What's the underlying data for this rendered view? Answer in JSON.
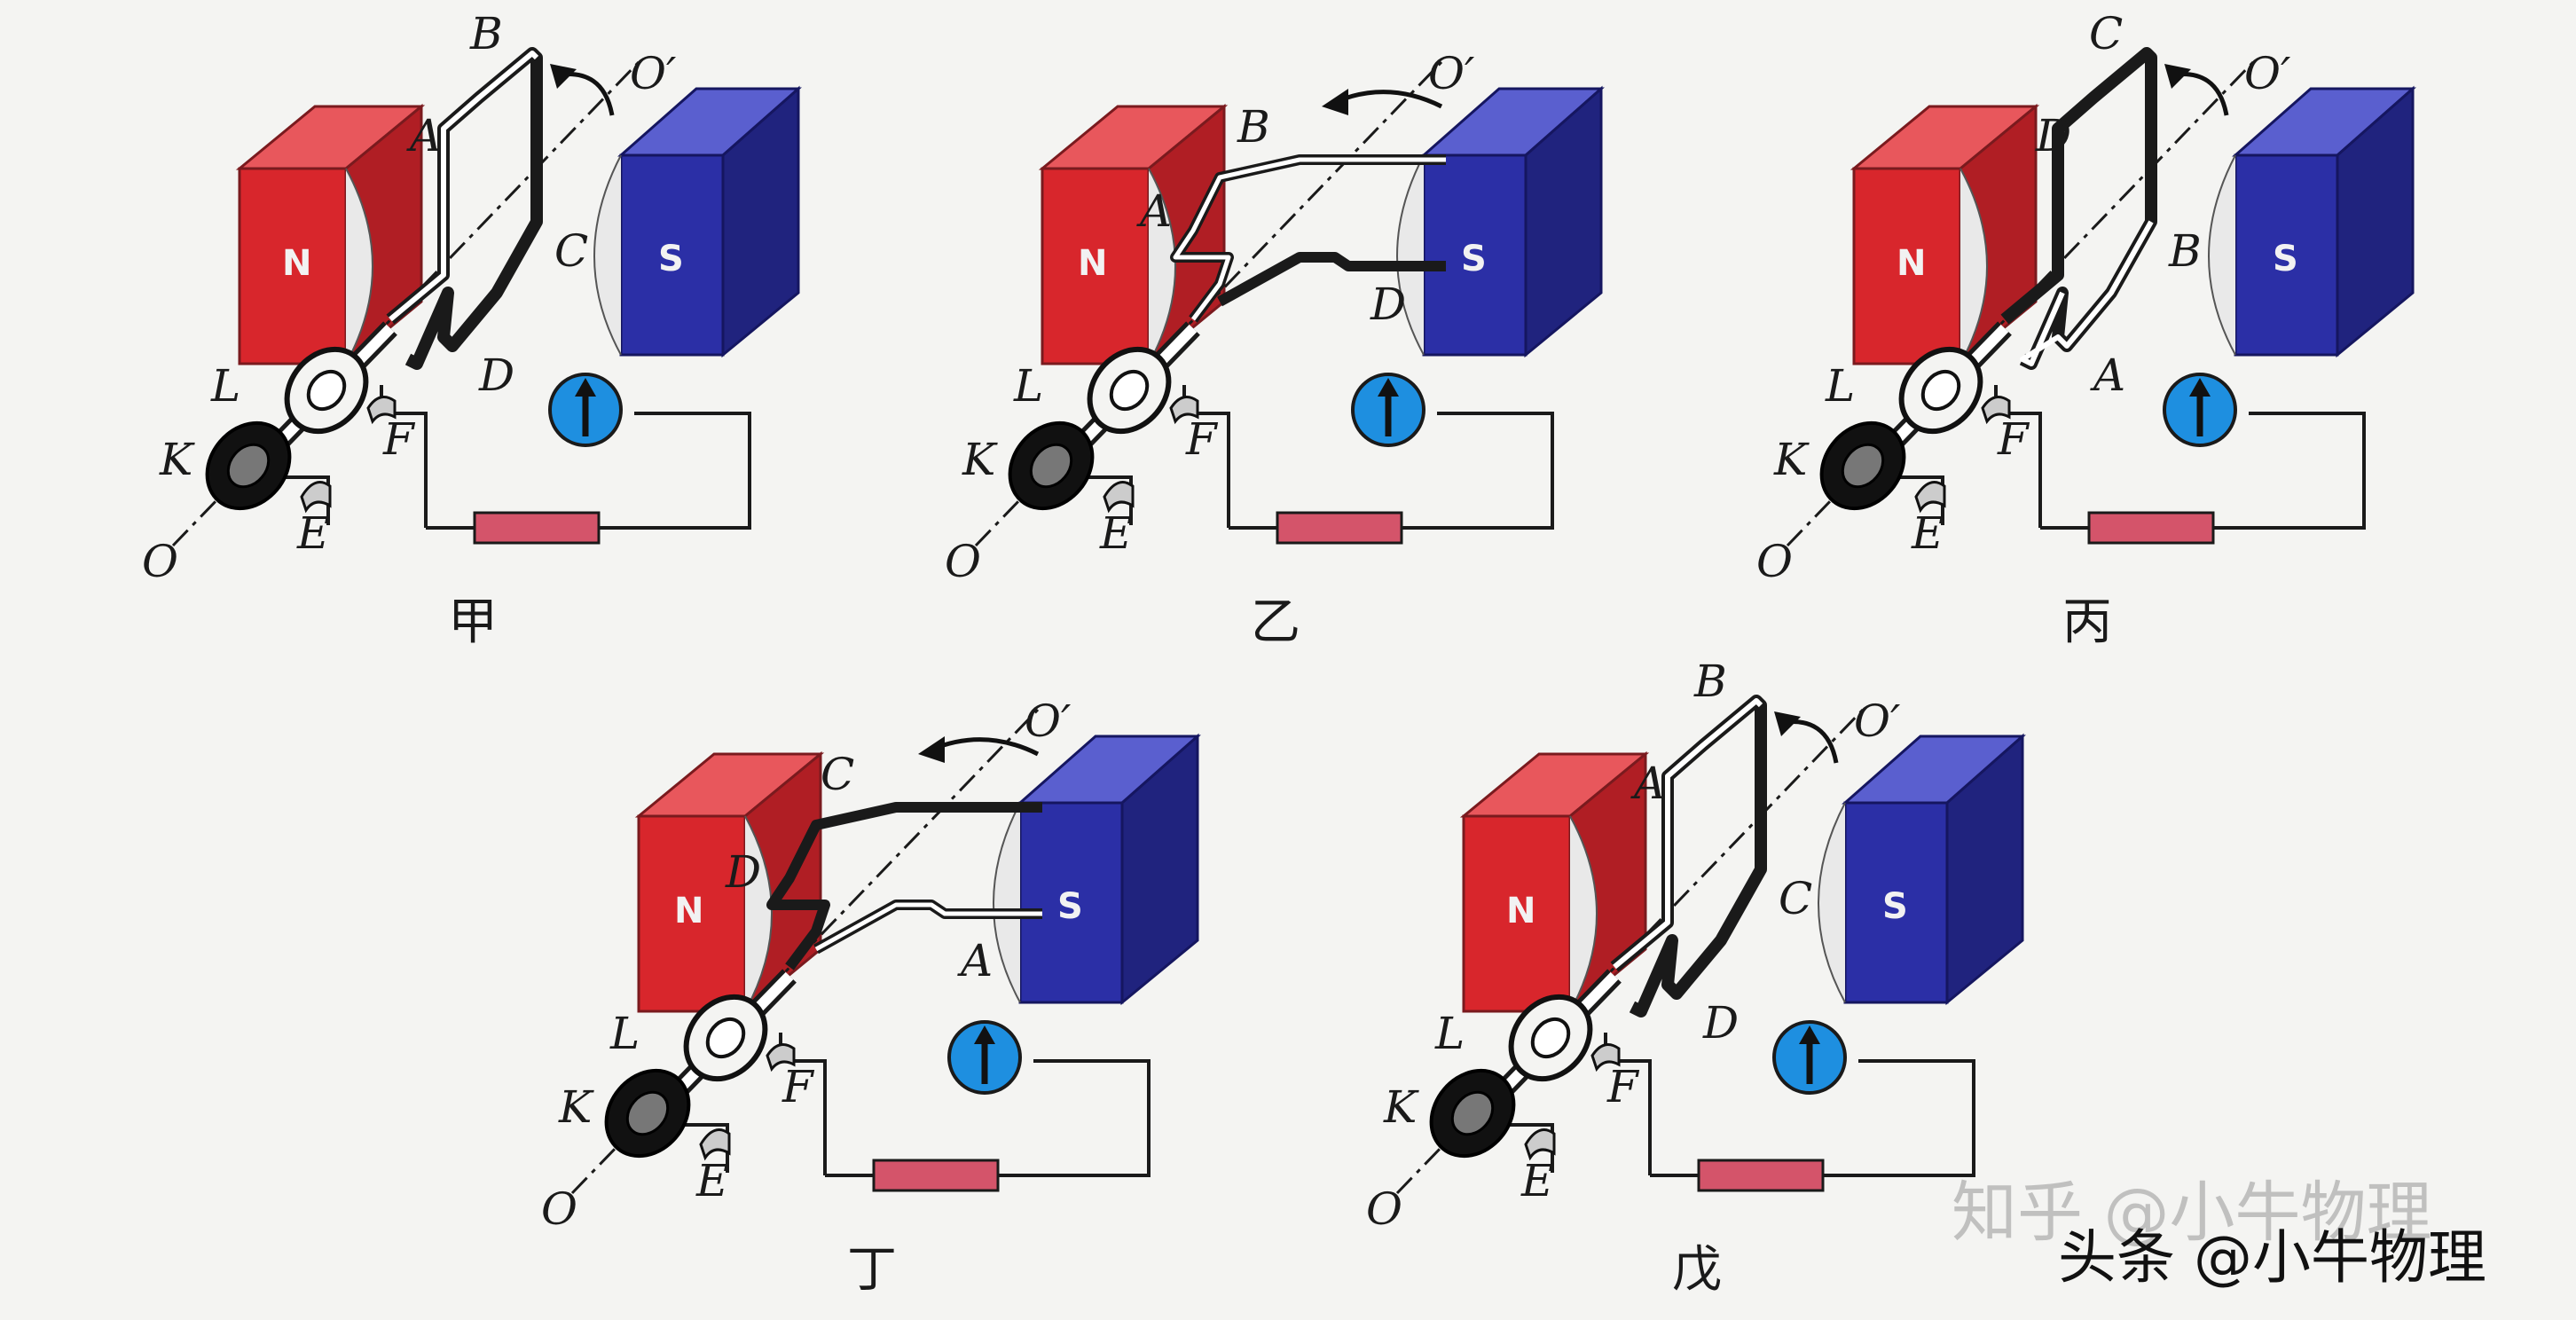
{
  "colors": {
    "north": "#d8262c",
    "south": "#2b2fa6",
    "meter": "#1e8fe0",
    "resistor": "#d4546a",
    "background": "#f4f4f2"
  },
  "icons": {
    "galvanometer": "galvanometer-icon",
    "rotation": "rotation-arrow-icon"
  },
  "panels": [
    {
      "caption": "甲",
      "pole_north": "N",
      "pole_south": "S",
      "axis_start": "O",
      "axis_end": "O′",
      "brush_lower": "E",
      "brush_upper": "F",
      "ring_outer": "K",
      "ring_inner": "L",
      "coil_labels": [
        "A",
        "B",
        "C",
        "D"
      ]
    },
    {
      "caption": "乙",
      "pole_north": "N",
      "pole_south": "S",
      "axis_start": "O",
      "axis_end": "O′",
      "brush_lower": "E",
      "brush_upper": "F",
      "ring_outer": "K",
      "ring_inner": "L",
      "coil_labels": [
        "A",
        "B",
        "D"
      ]
    },
    {
      "caption": "丙",
      "pole_north": "N",
      "pole_south": "S",
      "axis_start": "O",
      "axis_end": "O′",
      "brush_lower": "E",
      "brush_upper": "F",
      "ring_outer": "K",
      "ring_inner": "L",
      "coil_labels": [
        "C",
        "D",
        "B",
        "A"
      ]
    },
    {
      "caption": "丁",
      "pole_north": "N",
      "pole_south": "S",
      "axis_start": "O",
      "axis_end": "O′",
      "brush_lower": "E",
      "brush_upper": "F",
      "ring_outer": "K",
      "ring_inner": "L",
      "coil_labels": [
        "C",
        "D",
        "A"
      ]
    },
    {
      "caption": "戊",
      "pole_north": "N",
      "pole_south": "S",
      "axis_start": "O",
      "axis_end": "O′",
      "brush_lower": "E",
      "brush_upper": "F",
      "ring_outer": "K",
      "ring_inner": "L",
      "coil_labels": [
        "B",
        "A",
        "C",
        "D"
      ]
    }
  ],
  "watermark": {
    "zhihu": "知乎 @小牛物理",
    "toutiao": "头条 @小牛物理"
  }
}
